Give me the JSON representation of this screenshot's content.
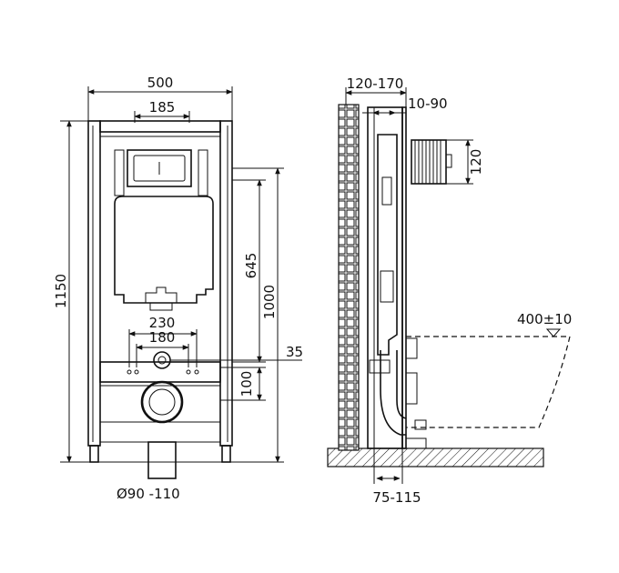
{
  "dimensions": {
    "width_total": "500",
    "width_inner": "185",
    "height_total": "1150",
    "height_frame": "1000",
    "height_tank": "645",
    "spacing_outer": "230",
    "spacing_inner": "180",
    "offset_small": "35",
    "offset_pipe": "100",
    "drain_diameter": "Ø90 -110",
    "wall_depth": "120-170",
    "pipe_offset": "10-90",
    "pipe_height": "120",
    "bowl_height": "400±10",
    "floor_offset": "75-115"
  }
}
